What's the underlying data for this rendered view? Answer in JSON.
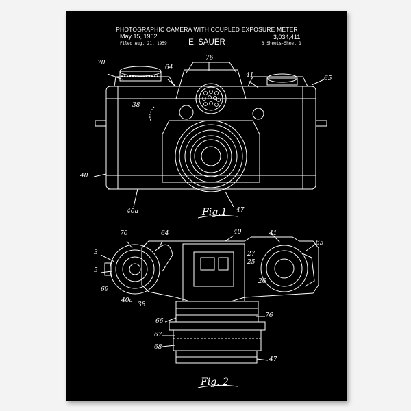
{
  "header": {
    "title": "PHOTOGRAPHIC CAMERA WITH COUPLED EXPOSURE METER",
    "date": "May 15, 1962",
    "filed": "Filed Aug. 21, 1959",
    "inventor": "E. SAUER",
    "patent_number": "3,034,411",
    "sheets": "3 Sheets-Sheet 1"
  },
  "figures": {
    "fig1_label": "Fig.1",
    "fig2_label": "Fig. 2"
  },
  "refs_fig1": {
    "r70": "70",
    "r64": "64",
    "r76": "76",
    "r41": "41",
    "r65": "65",
    "r38": "38",
    "r40": "40",
    "r40a": "40a",
    "r47": "47"
  },
  "refs_fig2": {
    "r70": "70",
    "r64": "64",
    "r40": "40",
    "r41": "41",
    "r65": "65",
    "r3": "3",
    "r5": "5",
    "r69": "69",
    "r40a": "40a",
    "r38": "38",
    "r27": "27",
    "r25": "25",
    "r26": "26",
    "r66": "66",
    "r67": "67",
    "r68": "68",
    "r76": "76",
    "r47": "47"
  },
  "colors": {
    "wall": "#f3f3f4",
    "poster": "#000000",
    "ink": "#ffffff"
  }
}
